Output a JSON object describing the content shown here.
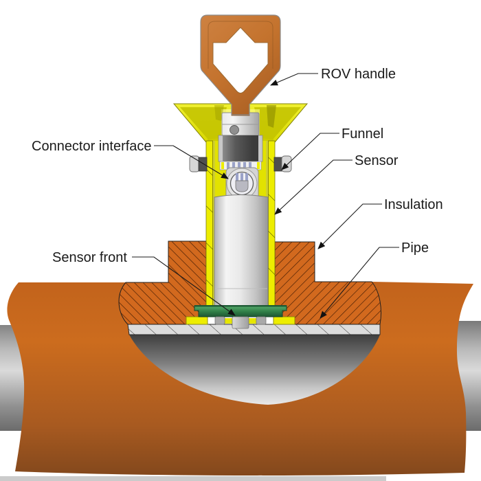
{
  "diagram": {
    "type": "cutaway-technical-illustration",
    "subject": "Subsea clamp-on sensor with ROV handle mounted through pipe insulation",
    "labels": [
      {
        "id": "rov-handle",
        "text": "ROV handle"
      },
      {
        "id": "funnel",
        "text": "Funnel"
      },
      {
        "id": "sensor",
        "text": "Sensor"
      },
      {
        "id": "insulation",
        "text": "Insulation"
      },
      {
        "id": "pipe",
        "text": "Pipe"
      },
      {
        "id": "connector-interface",
        "text": "Connector interface"
      },
      {
        "id": "sensor-front",
        "text": "Sensor front"
      }
    ],
    "colors": {
      "handle_copper": "#C4732E",
      "funnel_yellow": "#EDED00",
      "funnel_yellow_dark": "#C9C900",
      "insulation_orange": "#D2691E",
      "insulation_hatch": "#4A2005",
      "pipe_gray": "#B8B8B8",
      "pipe_wall_gray": "#DCDCDC",
      "sensor_gray": "#D9D9D9",
      "sensor_front_green": "#2F7D46",
      "connector_lavender": "#9AA2C8",
      "label_text": "#1A1A1A",
      "background": "#FFFFFF"
    }
  }
}
